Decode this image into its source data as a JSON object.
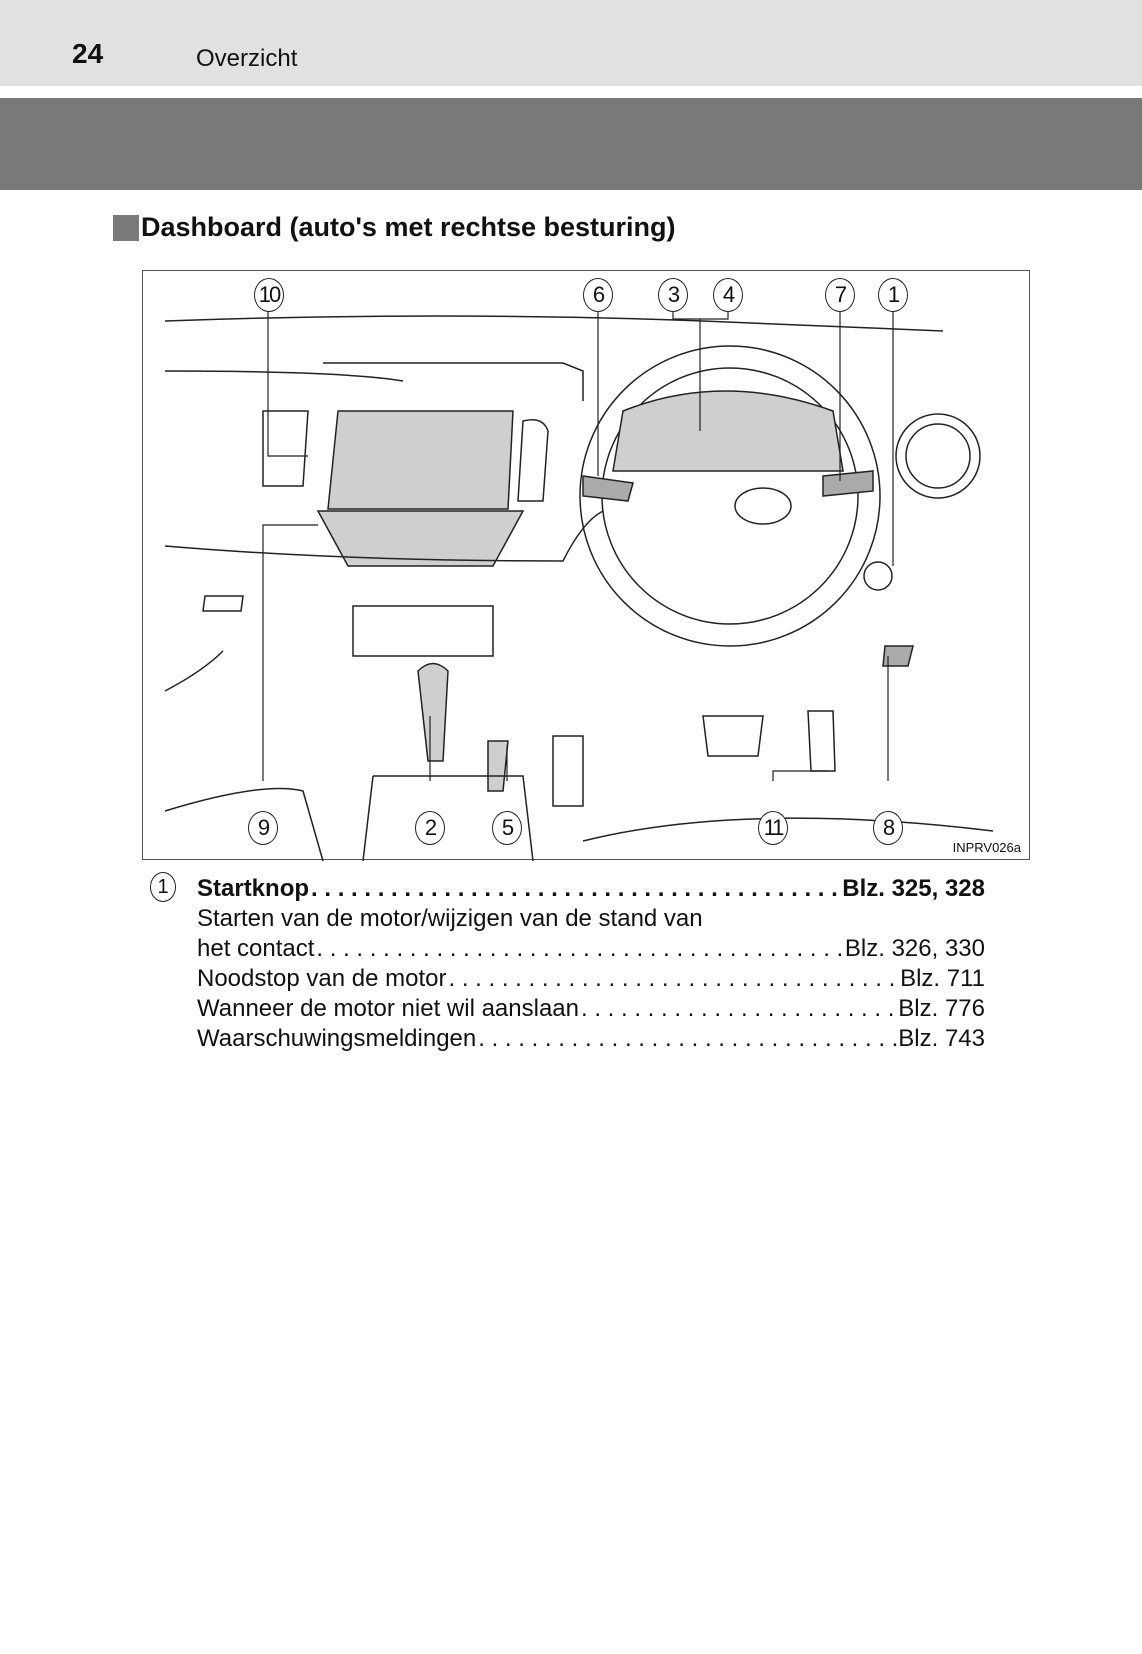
{
  "header": {
    "page_number": "24",
    "section": "Overzicht"
  },
  "heading": "Dashboard (auto's met rechtse besturing)",
  "figure": {
    "code": "INPRV026a",
    "callouts": [
      "10",
      "6",
      "3",
      "4",
      "7",
      "1",
      "9",
      "2",
      "5",
      "11",
      "8"
    ]
  },
  "items": [
    {
      "number": "1",
      "label": "Startknop",
      "page": "Blz. 325, 328",
      "bold": true
    },
    {
      "label": "Starten van de motor/wijzigen van de stand van"
    },
    {
      "label": "het contact",
      "page": "Blz. 326, 330"
    },
    {
      "label": "Noodstop van de motor",
      "page": "Blz. 711"
    },
    {
      "label": "Wanneer de motor niet wil aanslaan",
      "page": "Blz. 776"
    },
    {
      "label": "Waarschuwingsmeldingen",
      "page": "Blz. 743"
    }
  ]
}
